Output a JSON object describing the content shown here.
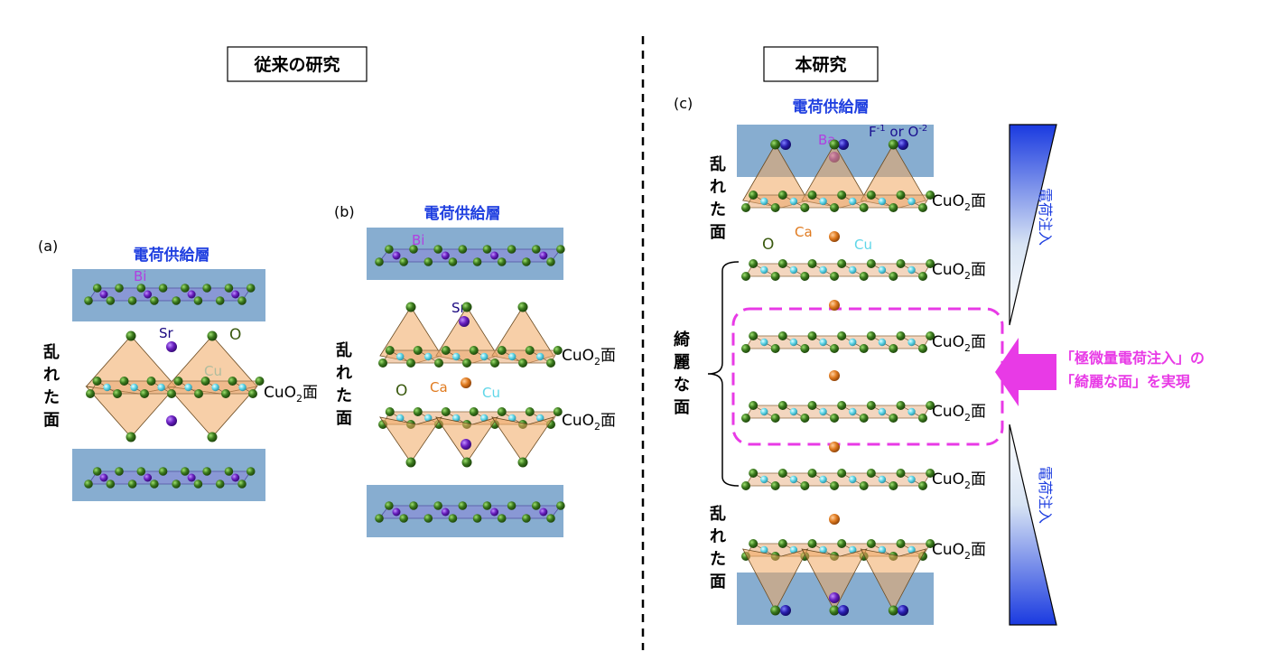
{
  "titles": {
    "conventional": "従来の研究",
    "this_study": "本研究"
  },
  "panels": {
    "a": {
      "label": "(a)",
      "charge_layer": "電荷供給層",
      "atoms": {
        "bi": "Bi",
        "sr": "Sr",
        "o": "O",
        "cu": "Cu"
      },
      "plane_label": "CuO",
      "plane_sub": "2",
      "plane_suffix": "面",
      "disordered": [
        "乱",
        "れ",
        "た",
        "面"
      ]
    },
    "b": {
      "label": "(b)",
      "charge_layer": "電荷供給層",
      "atoms": {
        "bi": "Bi",
        "sr": "Sr",
        "o": "O",
        "ca": "Ca",
        "cu": "Cu"
      },
      "plane_label": "CuO",
      "plane_sub": "2",
      "plane_suffix": "面",
      "disordered": [
        "乱",
        "れ",
        "た",
        "面"
      ]
    },
    "c": {
      "label": "(c)",
      "charge_layer": "電荷供給層",
      "atoms": {
        "ba": "Ba",
        "o": "O",
        "ca": "Ca",
        "cu": "Cu"
      },
      "dopant": {
        "f": "F",
        "f_sup": "-1",
        "or": " or O",
        "o_sup": "-2"
      },
      "plane_label": "CuO",
      "plane_sub": "2",
      "plane_suffix": "面",
      "disordered_top": [
        "乱",
        "れ",
        "た",
        "面"
      ],
      "disordered_bottom": [
        "乱",
        "れ",
        "た",
        "面"
      ],
      "clean": [
        "綺",
        "麗",
        "な",
        "面"
      ],
      "charge_injection_top": "電荷注入",
      "charge_injection_bottom": "電荷注入",
      "highlight_line1": "「極微量電荷注入」の",
      "highlight_line2": "「綺麗な面」を実現"
    }
  },
  "colors": {
    "oxygen": "#3b7a1e",
    "copper": "#5fd6e8",
    "calcium": "#e07b20",
    "barium": "#2a1fb0",
    "strontium": "#6a1fc0",
    "bismuth": "#7a3ad0",
    "charge_layer_bg": "#87add0",
    "octahedra": "#f0b070",
    "highlight": "#e83ae6",
    "label_blue": "#2040e0"
  }
}
